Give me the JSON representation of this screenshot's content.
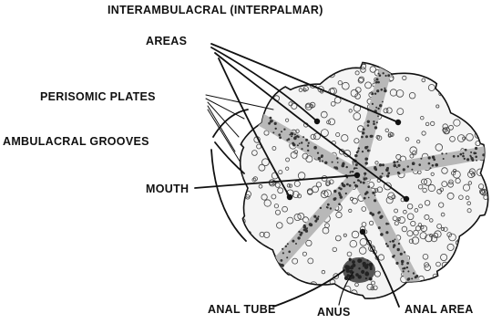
{
  "labels": {
    "interambulacral": "INTERAMBULACRAL (INTERPALMAR)",
    "areas": "AREAS",
    "perisomic_plates": "PERISOMIC PLATES",
    "ambulacral_grooves": "AMBULACRAL GROOVES",
    "mouth": "MOUTH",
    "anal_tube": "ANAL TUBE",
    "anus": "ANUS",
    "anal_area": "ANAL AREA"
  },
  "colors": {
    "ink": "#111111",
    "paper": "#ffffff",
    "stipple": "#333333"
  }
}
